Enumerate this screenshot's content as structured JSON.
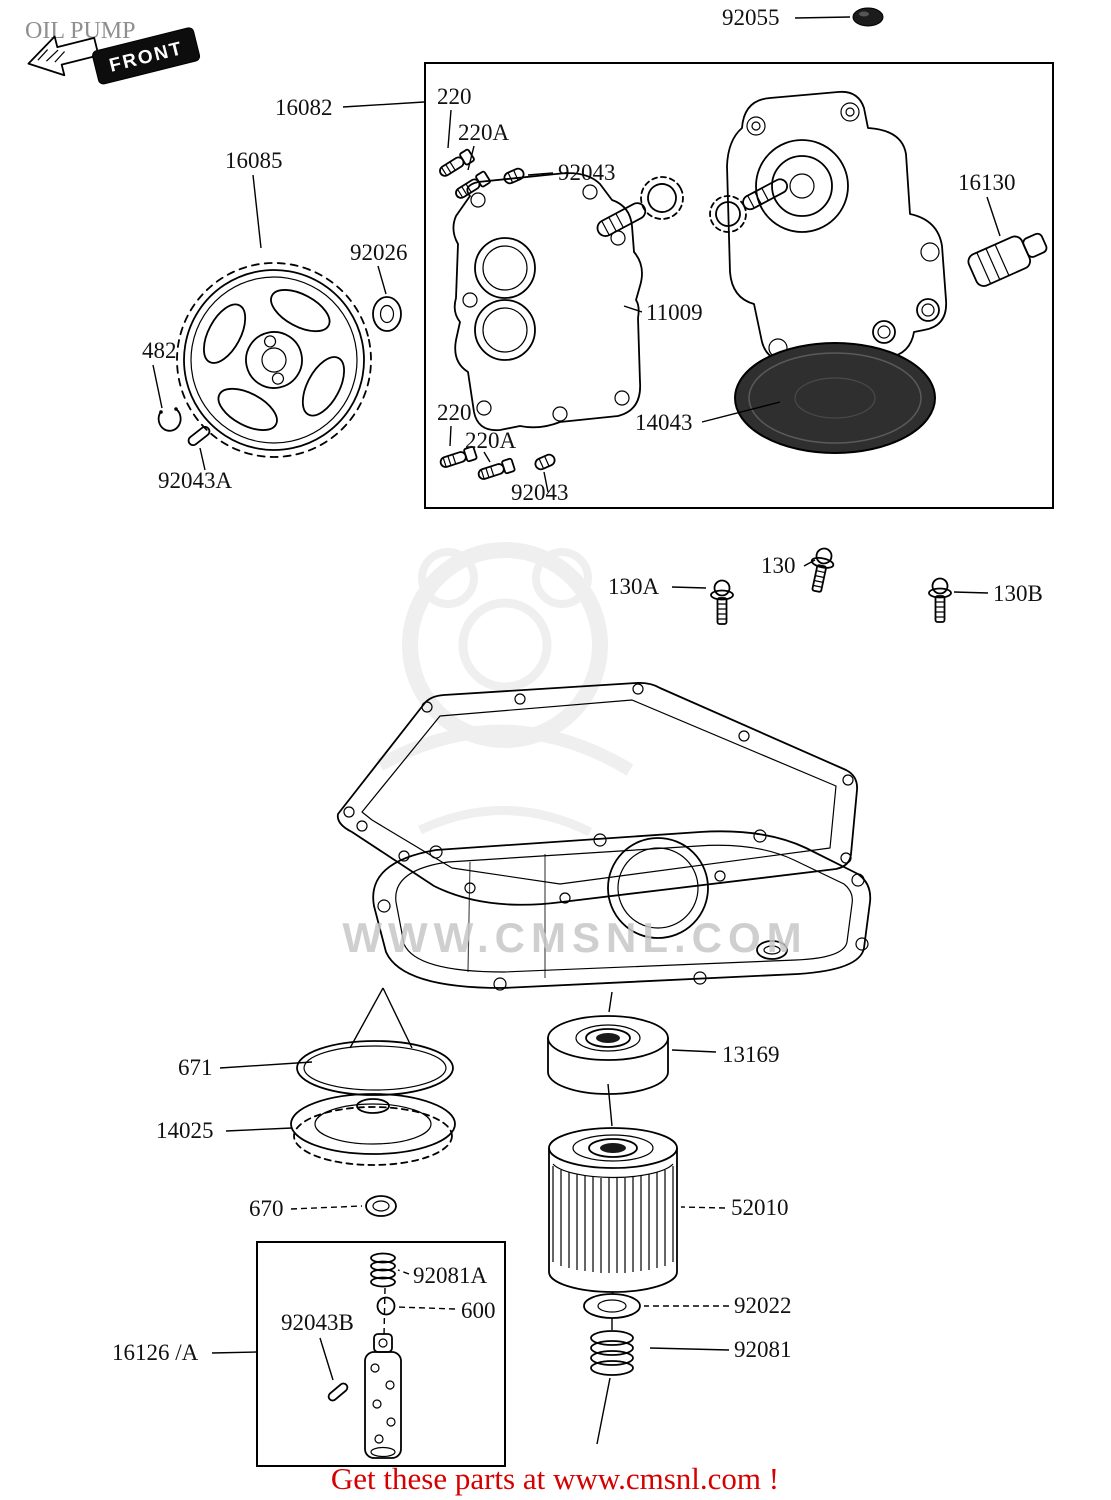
{
  "page": {
    "title": "OIL PUMP",
    "front_badge": "FRONT",
    "watermark": "WWW.CMSNL.COM",
    "footer_link": "Get these parts at www.cmsnl.com !"
  },
  "colors": {
    "footer_red": "#d60000",
    "title_gray": "#8f8f8f",
    "line_black": "#000000",
    "screen_dark": "#2f2f2f"
  },
  "labels": {
    "p92055": "92055",
    "p16082": "16082",
    "p220_top": "220",
    "p220a_top": "220A",
    "p92043_top": "92043",
    "p16085": "16085",
    "p92026": "92026",
    "p482": "482",
    "p92043a": "92043A",
    "p11009": "11009",
    "p14043": "14043",
    "p16130": "16130",
    "p220_bottom": "220",
    "p220a_bottom": "220A",
    "p92043_bottom": "92043",
    "p130a": "130A",
    "p130": "130",
    "p130b": "130B",
    "p671": "671",
    "p14025": "14025",
    "p670": "670",
    "p13169": "13169",
    "p52010": "52010",
    "p92081a": "92081A",
    "p600": "600",
    "p92043b": "92043B",
    "p16126": "16126 /A",
    "p92022": "92022",
    "p92081": "92081"
  }
}
